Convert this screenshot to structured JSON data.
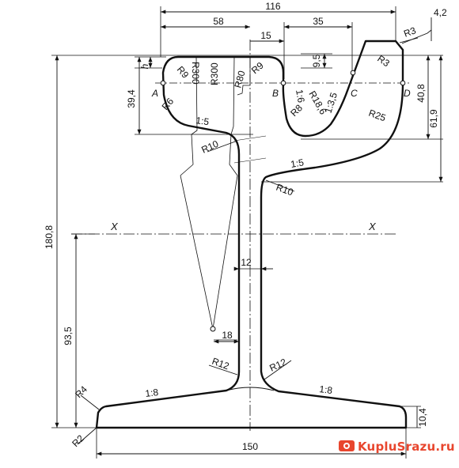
{
  "dimensions": {
    "overall_width": "116",
    "head_left": "58",
    "head_right": "35",
    "head_mid": "15",
    "head_corner_inset": "4,2",
    "height": "180,8",
    "neutral_axis_height": "93,5",
    "head_depth": "39,4",
    "head_depth_right": "40,8",
    "head_to_web": "61,9",
    "crown_offset": "9,5",
    "web_thickness": "12",
    "foot_offset": "18",
    "base_width": "150",
    "base_edge": "10,4",
    "h": "h"
  },
  "radii": {
    "r3a": "R3",
    "r3b": "R3",
    "r9a": "R9",
    "r9b": "R9",
    "r300a": "R300",
    "r300b": "R300",
    "r80": "R80",
    "r6": "R6",
    "r8": "R8",
    "r18_6": "R18,6",
    "r25": "R25",
    "r10a": "R10",
    "r10b": "R10",
    "r12a": "R12",
    "r12b": "R12",
    "r4": "R4",
    "r2": "R2"
  },
  "slopes": {
    "s1": "1:5",
    "s2": "1:5",
    "s3": "1:3,5",
    "s4": "1:6",
    "s5": "1:8",
    "s6": "1:8"
  },
  "points": {
    "a": "A",
    "b": "B",
    "c": "C",
    "d": "D"
  },
  "axes": {
    "x_left": "X",
    "x_right": "X"
  },
  "watermark": {
    "text": "KupluSrazu.ru",
    "color": "#e8462e"
  }
}
